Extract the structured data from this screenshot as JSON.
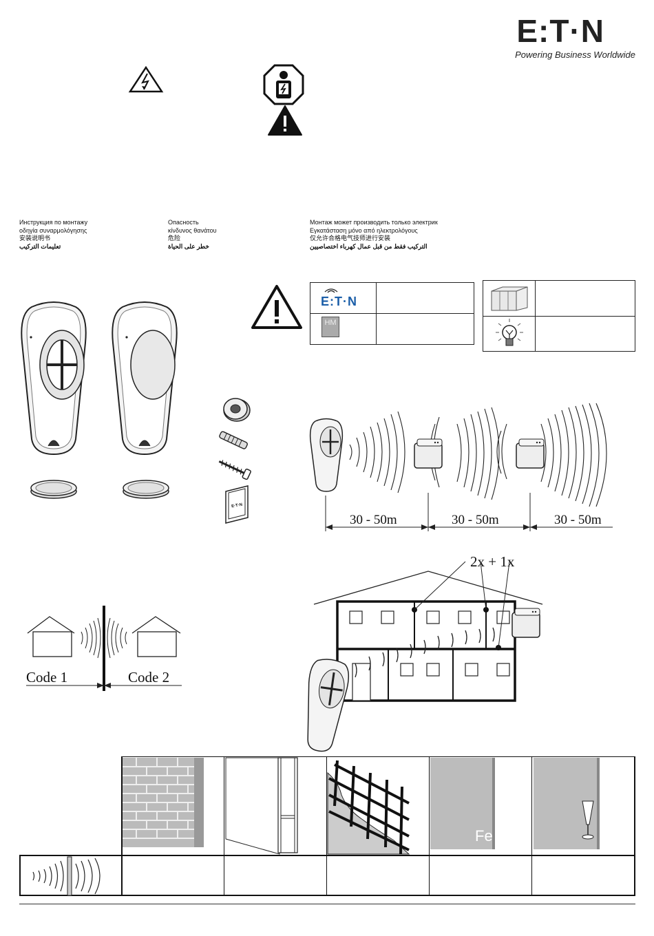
{
  "brand": {
    "logo": "E:T·N",
    "tagline": "Powering Business Worldwide",
    "mini_logo": "E:T·N",
    "hm_label": "HM"
  },
  "languages": {
    "col1": [
      "Инструкция по монтажу",
      "οδηγία συναρμολόγησης",
      "安装说明书",
      "تعليمات التركيب"
    ],
    "col2": [
      "Опасность",
      "κίνδυνος θανάτου",
      "危险",
      "خطر على الحياة"
    ],
    "col3": [
      "Монтаж может производить только электрик",
      "Εγκατάσταση μόνο από ηλεκτρολόγους",
      "仅允许合格电气技师进行安装",
      "التركيب فقط من قبل عمال كهرباء اختصاصيين"
    ]
  },
  "range": {
    "distances": [
      "30 - 50m",
      "30 - 50m",
      "30 - 50m"
    ]
  },
  "codes": {
    "left": "Code 1",
    "right": "Code 2"
  },
  "house": {
    "count_label": "2x + 1x"
  },
  "materials": {
    "metal_symbol": "Fe",
    "items": [
      "brick-wall",
      "drywall",
      "reinforced-concrete",
      "metal-sheet",
      "glass"
    ]
  },
  "icons": {
    "voltage": "high-voltage-warning-icon",
    "electrician": "electrician-only-icon",
    "caution": "caution-icon",
    "accessories": [
      "battery-icon",
      "wall-plug-icon",
      "screw-icon",
      "sticker-icon"
    ]
  }
}
